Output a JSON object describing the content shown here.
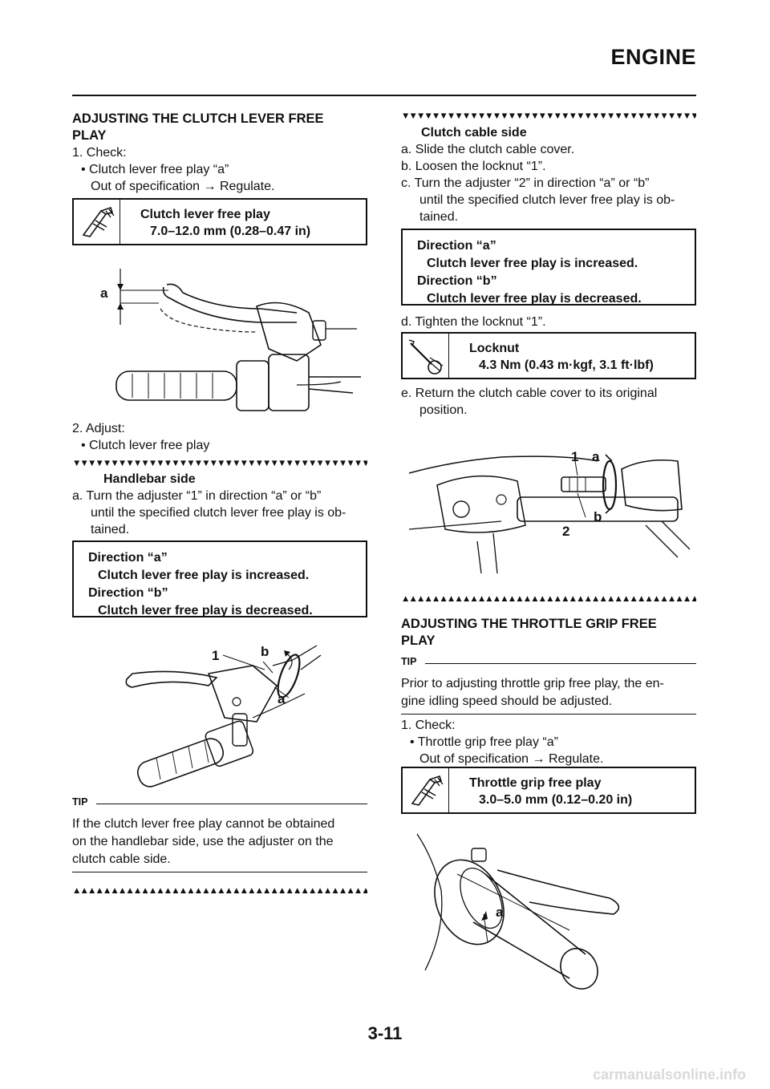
{
  "header": {
    "title": "ENGINE"
  },
  "left": {
    "section_title_1": "ADJUSTING THE CLUTCH LEVER FREE",
    "section_title_2": "PLAY",
    "step1": "1. Check:",
    "step1_bullet": "• Clutch lever free play “a”",
    "step1_out": "Out of specification → Regulate.",
    "spec_free_play": {
      "line1": "Clutch lever free play",
      "line2": "7.0–12.0 mm (0.28–0.47 in)"
    },
    "fig1_label_a": "a",
    "step2": "2. Adjust:",
    "step2_bullet": "• Clutch lever free play",
    "handlebar_side": "Handlebar side",
    "step_a_1": "a. Turn the adjuster “1” in direction “a” or “b”",
    "step_a_2": "until the specified clutch lever free play is ob-",
    "step_a_3": "tained.",
    "direction_box": {
      "a_title": "Direction “a”",
      "a_text": "Clutch lever free play is increased.",
      "b_title": "Direction “b”",
      "b_text": "Clutch lever free play is decreased."
    },
    "fig2_labels": {
      "one": "1",
      "b": "b",
      "a": "a"
    },
    "tip_label": "TIP",
    "tip_1": "If the clutch lever free play cannot be obtained",
    "tip_2": "on the handlebar side, use the adjuster on the",
    "tip_3": "clutch cable side."
  },
  "right": {
    "cable_side": "Clutch cable side",
    "step_a": "a. Slide the clutch cable cover.",
    "step_b": "b. Loosen the locknut “1”.",
    "step_c_1": "c. Turn the adjuster “2” in direction “a” or “b”",
    "step_c_2": "until the specified clutch lever free play is ob-",
    "step_c_3": "tained.",
    "direction_box": {
      "a_title": "Direction “a”",
      "a_text": "Clutch lever free play is increased.",
      "b_title": "Direction “b”",
      "b_text": "Clutch lever free play is decreased."
    },
    "step_d": "d. Tighten the locknut “1”.",
    "spec_locknut": {
      "line1": "Locknut",
      "line2": "4.3 Nm (0.43 m·kgf, 3.1 ft·lbf)"
    },
    "step_e_1": "e. Return the clutch cable cover to its original",
    "step_e_2": "position.",
    "fig3_labels": {
      "one": "1",
      "a": "a",
      "b": "b",
      "two": "2"
    },
    "section_title_1": "ADJUSTING THE THROTTLE GRIP FREE",
    "section_title_2": "PLAY",
    "tip_label": "TIP",
    "tip_1": "Prior to adjusting throttle grip free play, the en-",
    "tip_2": "gine idling speed should be adjusted.",
    "step1": "1. Check:",
    "step1_bullet": "• Throttle grip free play “a”",
    "step1_out": "Out of specification → Regulate.",
    "spec_throttle": {
      "line1": "Throttle grip free play",
      "line2": "3.0–5.0 mm (0.12–0.20 in)"
    },
    "fig4_label_a": "a"
  },
  "footer": {
    "page_number": "3-11"
  },
  "watermark": "carmanualsonline.info"
}
